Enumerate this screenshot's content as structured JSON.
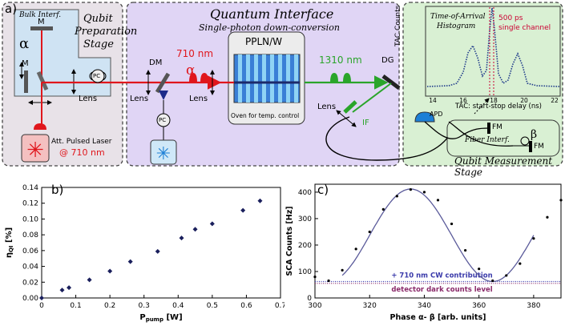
{
  "panel_a": {
    "label": "a)",
    "prep": {
      "title_line1": "Qubit",
      "title_line2": "Preparation",
      "title_line3": "Stage",
      "bulk_interf": "Bulk Interf.",
      "mirror_m1": "M",
      "mirror_m2": "M",
      "alpha": "α",
      "lens": "Lens",
      "pc": "PC",
      "laser_line1": "Att. Pulsed Laser",
      "laser_line2": "@ 710 nm"
    },
    "interface": {
      "title": "Quantum Interface",
      "subtitle": "Single-photon down-conversion",
      "dm": "DM",
      "lens_left": "Lens",
      "lens_right": "Lens",
      "wavelength_in": "710 nm",
      "alpha": "α",
      "crystal": "PPLN/W",
      "oven": "Oven for temp. control",
      "pc": "PC",
      "wavelength_out": "1310 nm",
      "dg": "DG",
      "lens_out": "Lens",
      "if_filter": "IF"
    },
    "measurement": {
      "histogram_title_line1": "Time-of-Arrival",
      "histogram_title_line2": "Histogram",
      "ylabel": "TAC Counts",
      "xlabel": "TAC: start-stop delay (ns)",
      "xticks": [
        "14",
        "16",
        "18",
        "20",
        "22"
      ],
      "annotation_line1": "500 ps",
      "annotation_line2": "single channel",
      "apd": "APD",
      "fm1": "FM",
      "fm2": "FM",
      "fiber_interf": "Fiber Interf.",
      "beta": "β",
      "stage_title": "Qubit Measurement Stage"
    },
    "colors": {
      "prep_bg": "#e8e2e8",
      "interface_bg": "#e0d5f5",
      "measurement_bg": "#d9f0d3",
      "red_beam": "#e0161c",
      "green_beam": "#2aa52a",
      "histogram_line": "#1f3a8a",
      "marker_red": "#cc0033"
    }
  },
  "panel_b": {
    "label": "b)",
    "chart_data": {
      "type": "scatter",
      "x": [
        0.0,
        0.06,
        0.08,
        0.14,
        0.2,
        0.26,
        0.34,
        0.41,
        0.45,
        0.5,
        0.59,
        0.64
      ],
      "values": [
        0.0,
        0.01,
        0.013,
        0.023,
        0.034,
        0.046,
        0.059,
        0.076,
        0.087,
        0.094,
        0.111,
        0.123
      ],
      "xlabel": "P",
      "xlabel_sub": "pump",
      "xlabel_unit": " [W]",
      "ylabel": "η",
      "ylabel_sub": "QI",
      "ylabel_unit": " [%]",
      "xlim": [
        0,
        0.7
      ],
      "ylim": [
        0,
        0.14
      ],
      "xticks": [
        "0",
        "0.1",
        "0.2",
        "0.3",
        "0.4",
        "0.5",
        "0.6",
        "0.7"
      ],
      "yticks": [
        "0.00",
        "0.02",
        "0.04",
        "0.06",
        "0.08",
        "0.10",
        "0.12",
        "0.14"
      ],
      "marker_color": "#1a1f5c"
    }
  },
  "panel_c": {
    "label": "c)",
    "chart_data": {
      "type": "scatter",
      "x": [
        300,
        305,
        310,
        315,
        320,
        325,
        330,
        335,
        340,
        345,
        350,
        355,
        360,
        365,
        370,
        375,
        380,
        385,
        390
      ],
      "values": [
        80,
        65,
        105,
        185,
        250,
        335,
        385,
        410,
        400,
        370,
        280,
        180,
        110,
        65,
        85,
        130,
        225,
        305,
        370
      ],
      "fit_curve": {
        "amplitude": 175,
        "offset": 237,
        "center": 335,
        "period": 60
      },
      "xlabel": "Phase α- β [arb. units]",
      "ylabel": "SCA Counts [Hz]",
      "xlim": [
        300,
        390
      ],
      "ylim": [
        0,
        430
      ],
      "xticks": [
        "300",
        "320",
        "340",
        "360",
        "380"
      ],
      "yticks": [
        "0",
        "100",
        "200",
        "300",
        "400"
      ],
      "annotation_cw": "+ 710 nm CW contribution",
      "annotation_dark": "detector dark counts level",
      "cw_level": 62,
      "dark_level": 55,
      "marker_color": "#000000",
      "curve_color": "#5a5a9a",
      "cw_color": "#3a3aaa",
      "dark_color": "#8a2a6a"
    }
  }
}
